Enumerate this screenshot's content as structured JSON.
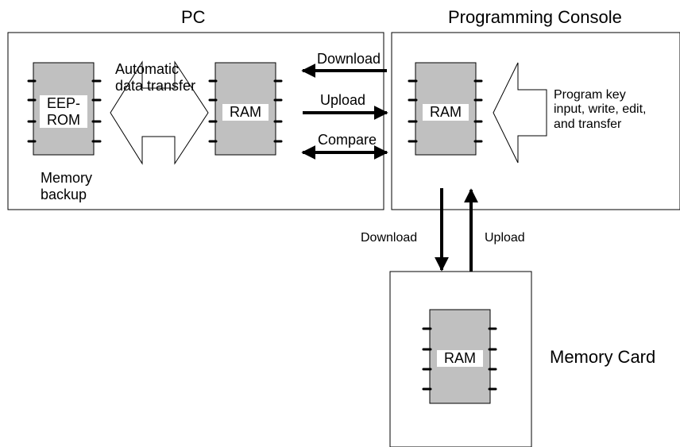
{
  "titles": {
    "pc": "PC",
    "programming_console": "Programming Console",
    "memory_card": "Memory Card"
  },
  "pc": {
    "transfer_label": "Automatic\ndata transfer",
    "backup_label": "Memory\nbackup",
    "eeprom_chip_label": "EEP-\nROM",
    "ram_chip_label": "RAM"
  },
  "links": {
    "download": "Download",
    "upload": "Upload",
    "compare": "Compare"
  },
  "console": {
    "ram_chip_label": "RAM",
    "input_label": "Program key\ninput, write, edit,\nand transfer"
  },
  "card_links": {
    "download": "Download",
    "upload": "Upload"
  },
  "memory_card": {
    "ram_chip_label": "RAM"
  },
  "colors": {
    "chip_fill": "#c0c0c0",
    "line": "#000000",
    "background": "#ffffff"
  }
}
